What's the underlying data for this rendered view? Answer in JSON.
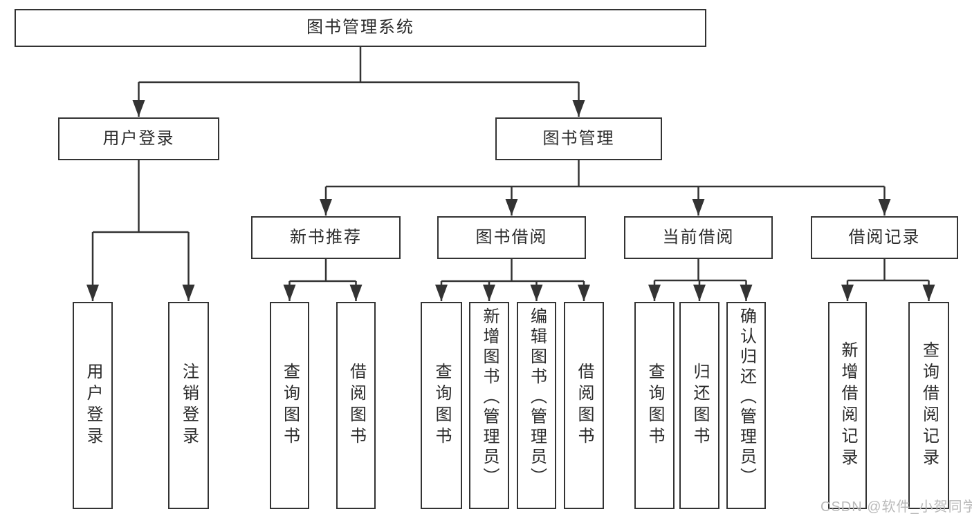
{
  "diagram": {
    "root": {
      "label": "图书管理系统"
    },
    "level2": {
      "user_login": {
        "label": "用户登录"
      },
      "book_mgmt": {
        "label": "图书管理"
      }
    },
    "level3": {
      "new_book_rec": {
        "label": "新书推荐"
      },
      "book_borrow": {
        "label": "图书借阅"
      },
      "current_borrow": {
        "label": "当前借阅"
      },
      "borrow_records": {
        "label": "借阅记录"
      }
    },
    "level4": {
      "user_login_children": [
        {
          "label": "用户登录"
        },
        {
          "label": "注销登录"
        }
      ],
      "new_book_rec_children": [
        {
          "label": "查询图书"
        },
        {
          "label": "借阅图书"
        }
      ],
      "book_borrow_children": [
        {
          "label": "查询图书"
        },
        {
          "label": "新增图书（管理员）"
        },
        {
          "label": "编辑图书（管理员）"
        },
        {
          "label": "借阅图书"
        }
      ],
      "current_borrow_children": [
        {
          "label": "查询图书"
        },
        {
          "label": "归还图书"
        },
        {
          "label": "确认归还（管理员）"
        }
      ],
      "borrow_records_children": [
        {
          "label": "新增借阅记录"
        },
        {
          "label": "查询借阅记录"
        }
      ]
    }
  },
  "watermark": {
    "text": "CSDN @软件_小贺同学"
  },
  "colors": {
    "line": "#333333",
    "text": "#2b2b2b",
    "background": "#ffffff",
    "watermark": "#b9b9b9"
  }
}
